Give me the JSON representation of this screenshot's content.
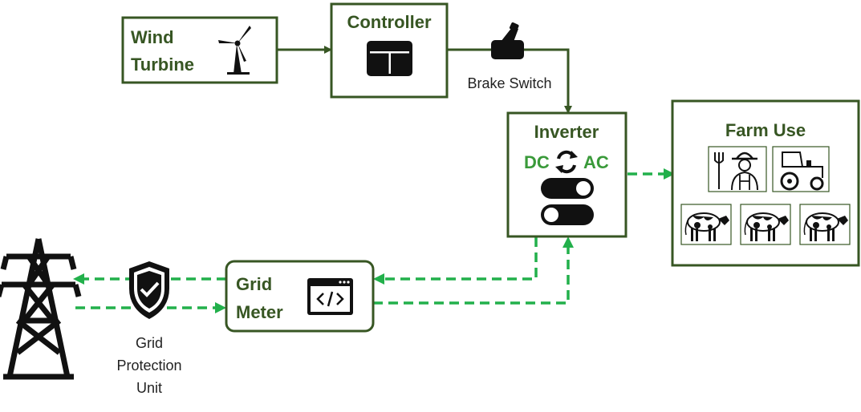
{
  "colors": {
    "box_border": "#375623",
    "title_text": "#375623",
    "solid_line": "#375623",
    "dashed_line": "#22b04b",
    "dc_ac_text": "#3a9a3a",
    "icon": "#111111"
  },
  "nodes": {
    "wind_turbine": {
      "line1": "Wind",
      "line2": "Turbine",
      "icon": "wind-turbine-icon"
    },
    "controller": {
      "title": "Controller",
      "icon": "controller-panel-icon"
    },
    "brake_switch": {
      "label": "Brake Switch",
      "icon": "lever-switch-icon"
    },
    "inverter": {
      "title": "Inverter",
      "dc": "DC",
      "ac": "AC",
      "icon": "toggle-switches-icon"
    },
    "farm_use": {
      "title": "Farm Use",
      "icons": [
        "farmer-icon",
        "tractor-icon",
        "cow-icon",
        "cow-icon",
        "cow-icon"
      ]
    },
    "grid_meter": {
      "line1": "Grid",
      "line2": "Meter",
      "icon": "code-window-icon"
    },
    "grid_protection": {
      "line1": "Grid",
      "line2": "Protection",
      "line3": "Unit",
      "icon": "shield-check-icon"
    },
    "transmission_tower": {
      "icon": "transmission-tower-icon"
    }
  },
  "edges": [
    {
      "from": "wind_turbine",
      "to": "controller",
      "style": "solid"
    },
    {
      "from": "controller",
      "to": "inverter",
      "style": "solid",
      "via": "brake_switch"
    },
    {
      "from": "inverter",
      "to": "farm_use",
      "style": "dashed"
    },
    {
      "from": "inverter",
      "to": "grid_meter",
      "style": "dashed"
    },
    {
      "from": "grid_meter",
      "to": "inverter",
      "style": "dashed"
    },
    {
      "from": "grid_meter",
      "to": "transmission_tower",
      "style": "dashed"
    },
    {
      "from": "transmission_tower",
      "to": "grid_meter",
      "style": "dashed"
    }
  ]
}
